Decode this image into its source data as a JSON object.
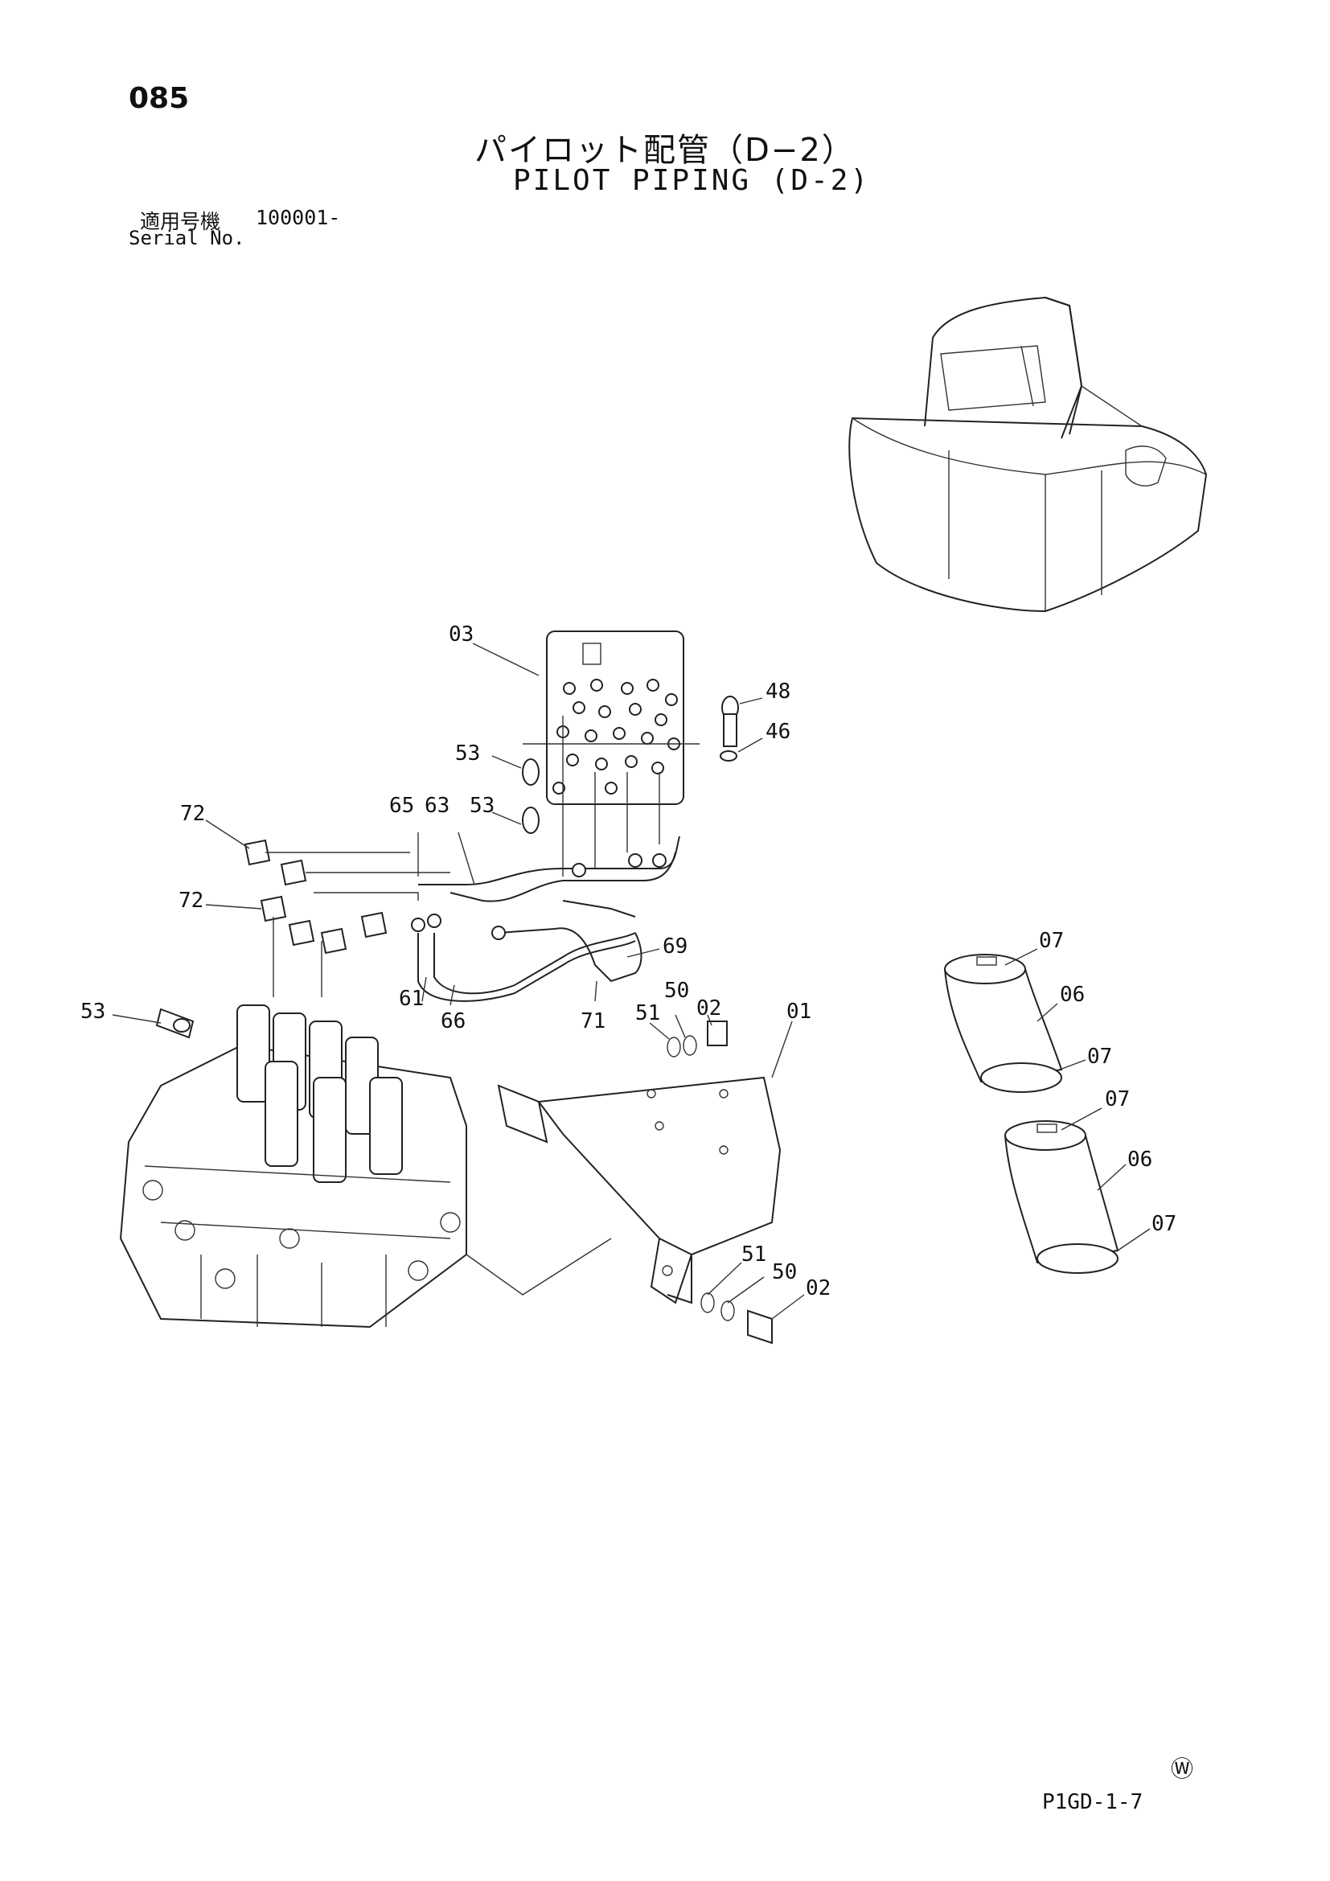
{
  "header": {
    "page_number": "085",
    "title_ja": "パイロット配管（D−2）",
    "title_en": "PILOT PIPING (D-2)",
    "serial_label_ja": "適用号機",
    "serial_range": "100001-",
    "serial_label_en": "Serial No."
  },
  "callouts": [
    {
      "id": "c03",
      "text": "03"
    },
    {
      "id": "c48",
      "text": "48"
    },
    {
      "id": "c46",
      "text": "46"
    },
    {
      "id": "c53a",
      "text": "53"
    },
    {
      "id": "c53b",
      "text": "53"
    },
    {
      "id": "c65",
      "text": "65"
    },
    {
      "id": "c63",
      "text": "63"
    },
    {
      "id": "c72a",
      "text": "72"
    },
    {
      "id": "c72b",
      "text": "72"
    },
    {
      "id": "c69",
      "text": "69"
    },
    {
      "id": "c02a",
      "text": "02"
    },
    {
      "id": "c50a",
      "text": "50"
    },
    {
      "id": "c51a",
      "text": "51"
    },
    {
      "id": "c61",
      "text": "61"
    },
    {
      "id": "c66",
      "text": "66"
    },
    {
      "id": "c71",
      "text": "71"
    },
    {
      "id": "c01",
      "text": "01"
    },
    {
      "id": "c53c",
      "text": "53"
    },
    {
      "id": "c51b",
      "text": "51"
    },
    {
      "id": "c50b",
      "text": "50"
    },
    {
      "id": "c02b",
      "text": "02"
    },
    {
      "id": "c07a",
      "text": "07"
    },
    {
      "id": "c06a",
      "text": "06"
    },
    {
      "id": "c07b",
      "text": "07"
    },
    {
      "id": "c07c",
      "text": "07"
    },
    {
      "id": "c06b",
      "text": "06"
    },
    {
      "id": "c07d",
      "text": "07"
    }
  ],
  "footer": {
    "mark": "Ⓦ",
    "page_code": "P1GD-1-7"
  }
}
